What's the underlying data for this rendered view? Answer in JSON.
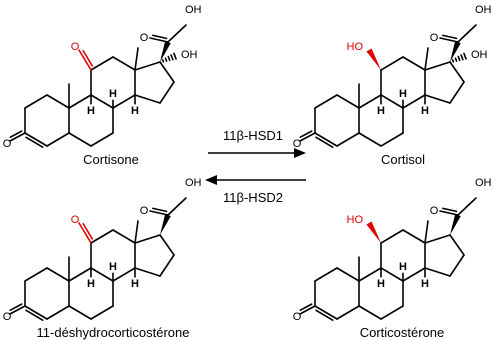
{
  "molecules": [
    {
      "name": "Cortisone",
      "c11": "=O",
      "c17_oh": true
    },
    {
      "name": "Cortisol",
      "c11": "OH",
      "c17_oh": true
    },
    {
      "name": "11-déshydrocorticostérone",
      "c11": "=O",
      "c17_oh": false
    },
    {
      "name": "Corticostérone",
      "c11": "OH",
      "c17_oh": false
    }
  ],
  "atoms": {
    "oxygen": "O",
    "hydrogen": "H",
    "hydroxyl": "OH",
    "hydroxyl_left": "HO"
  },
  "reactions": {
    "forward": "11β-HSD1",
    "reverse": "11β-HSD2"
  },
  "colors": {
    "bond": "#000000",
    "highlight": "#e00000"
  }
}
